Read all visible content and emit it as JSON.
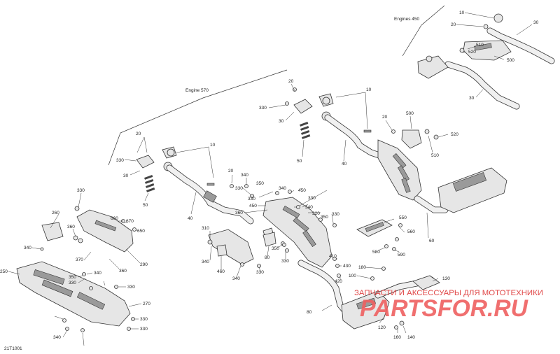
{
  "diagram_id": "21T1001",
  "groups": {
    "engine_450": "Engines 450",
    "engine_570": "Engine 570"
  },
  "watermark": {
    "tagline": "ЗАПЧАСТИ И АКСЕССУАРЫ ДЛЯ МОТОТЕХНИКИ",
    "logo": "PARTSFOR.RU"
  },
  "callouts": [
    "10",
    "20",
    "30",
    "500",
    "510",
    "520",
    "30",
    "10",
    "20",
    "330",
    "30",
    "50",
    "40",
    "20",
    "500",
    "520",
    "510",
    "40",
    "10",
    "20",
    "330",
    "30",
    "50",
    "20",
    "40",
    "340",
    "330",
    "350",
    "330",
    "340",
    "450",
    "360",
    "450",
    "340",
    "330",
    "320",
    "350",
    "330",
    "550",
    "560",
    "590",
    "580",
    "60",
    "330",
    "260",
    "660",
    "670",
    "650",
    "360",
    "340",
    "370",
    "290",
    "360",
    "310",
    "340",
    "460",
    "340",
    "330",
    "80",
    "350",
    "330",
    "250",
    "340",
    "350",
    "330",
    "330",
    "270",
    "330",
    "340",
    "330",
    "410",
    "430",
    "420",
    "180",
    "100",
    "130",
    "80",
    "120",
    "160",
    "140"
  ]
}
